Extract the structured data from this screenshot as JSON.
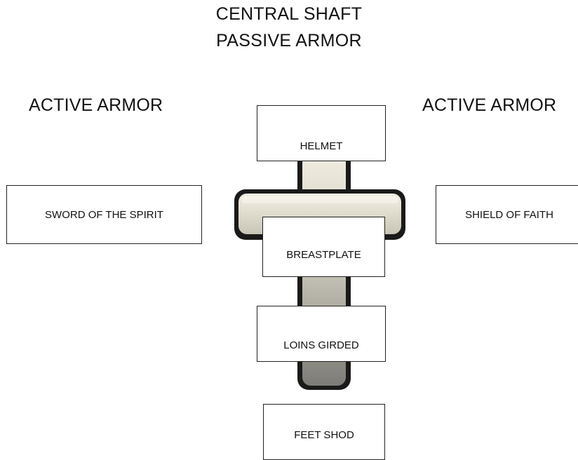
{
  "title": {
    "line1": "CENTRAL SHAFT",
    "line2": "PASSIVE ARMOR"
  },
  "labels": {
    "left_heading": "ACTIVE ARMOR",
    "right_heading": "ACTIVE ARMOR"
  },
  "boxes": {
    "helmet": "HELMET",
    "sword": "SWORD OF THE SPIRIT",
    "shield": "SHIELD OF FAITH",
    "breastplate": "BREASTPLATE",
    "loins": "LOINS GIRDED",
    "feet": "FEET SHOD"
  },
  "colors": {
    "cross_light": "#efeadb",
    "cross_dark": "#8a8a82",
    "cross_outline": "#1a1a1a"
  }
}
